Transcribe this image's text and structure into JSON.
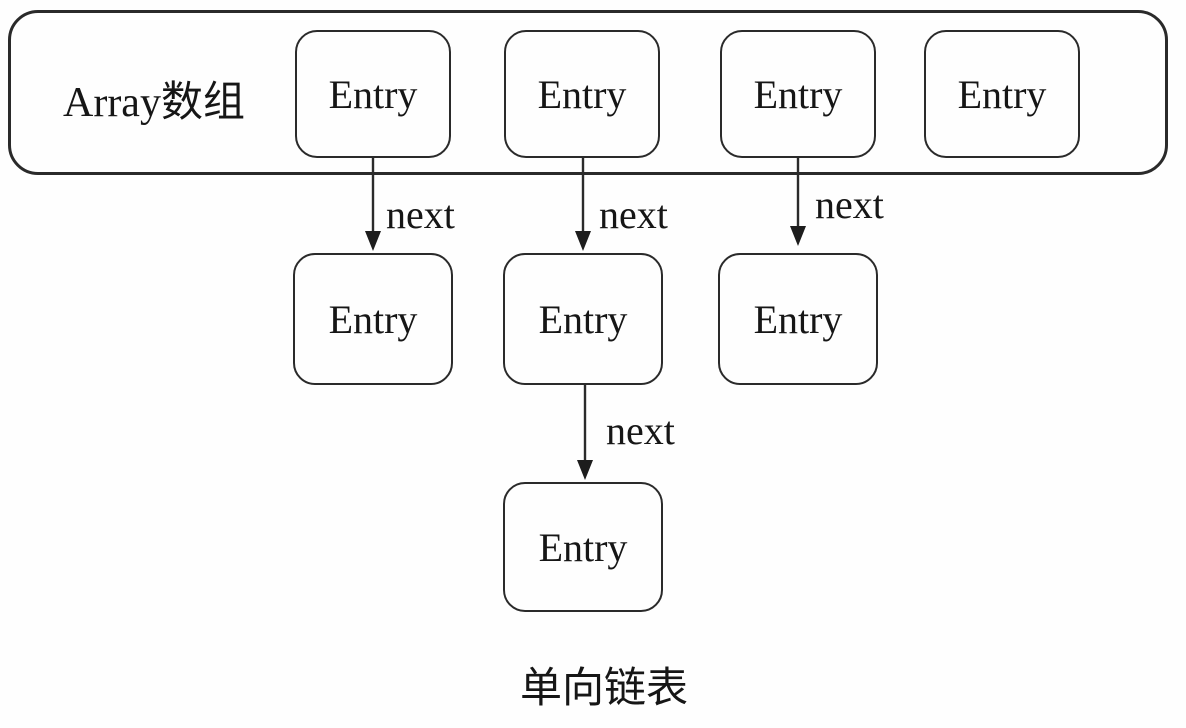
{
  "diagram": {
    "array": {
      "label": "Array数组",
      "entries": [
        "Entry",
        "Entry",
        "Entry",
        "Entry"
      ]
    },
    "list_row2": [
      "Entry",
      "Entry",
      "Entry"
    ],
    "list_row3": [
      "Entry"
    ],
    "arrow_labels": [
      "next",
      "next",
      "next",
      "next"
    ],
    "caption": "单向链表",
    "colors": {
      "line": "#2a2a2a",
      "text": "#161616",
      "background": "#fefefe"
    }
  }
}
